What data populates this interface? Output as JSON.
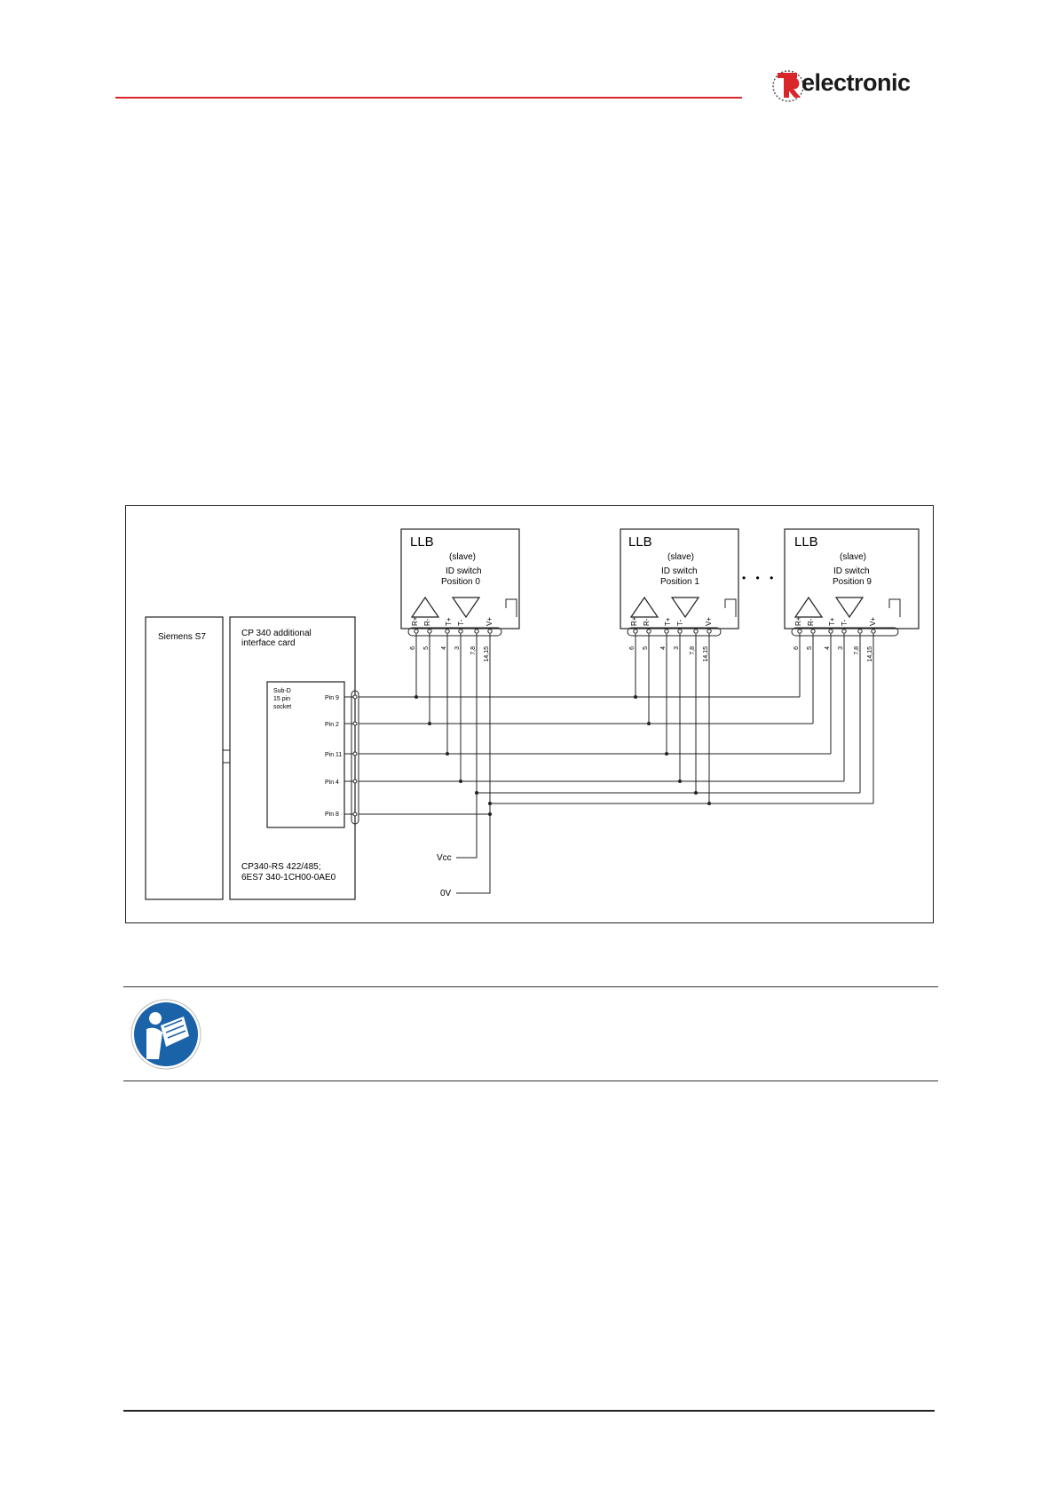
{
  "header": {
    "brand": "electronic",
    "accent_color": "#d8262b"
  },
  "diagram": {
    "master": {
      "plc_label": "Siemens S7",
      "card_label_line1": "CP 340 additional",
      "card_label_line2": "interface card",
      "socket_line1": "Sub-D",
      "socket_line2": "15 pin",
      "socket_line3": "socket",
      "pins": [
        "Pin 9",
        "Pin 2",
        "Pin 11",
        "Pin 4",
        "Pin 8"
      ],
      "module_line1": "CP340-RS 422/485;",
      "module_line2": "6ES7 340-1CH00-0AE0"
    },
    "supply": {
      "vcc": "Vcc",
      "zero_v": "0V"
    },
    "ellipsis": "• • •",
    "slaves": [
      {
        "title": "LLB",
        "role": "(slave)",
        "switch": "ID switch",
        "position": "Position 0"
      },
      {
        "title": "LLB",
        "role": "(slave)",
        "switch": "ID switch",
        "position": "Position 1"
      },
      {
        "title": "LLB",
        "role": "(slave)",
        "switch": "ID switch",
        "position": "Position 9"
      }
    ],
    "signal_labels": [
      "R+",
      "R-",
      "T+",
      "T-",
      "V+"
    ],
    "terminal_labels": [
      "6",
      "5",
      "4",
      "3",
      "7,8",
      "14,15"
    ]
  },
  "note": {
    "icon": "read-manual-icon",
    "icon_color": "#1a63a8"
  }
}
